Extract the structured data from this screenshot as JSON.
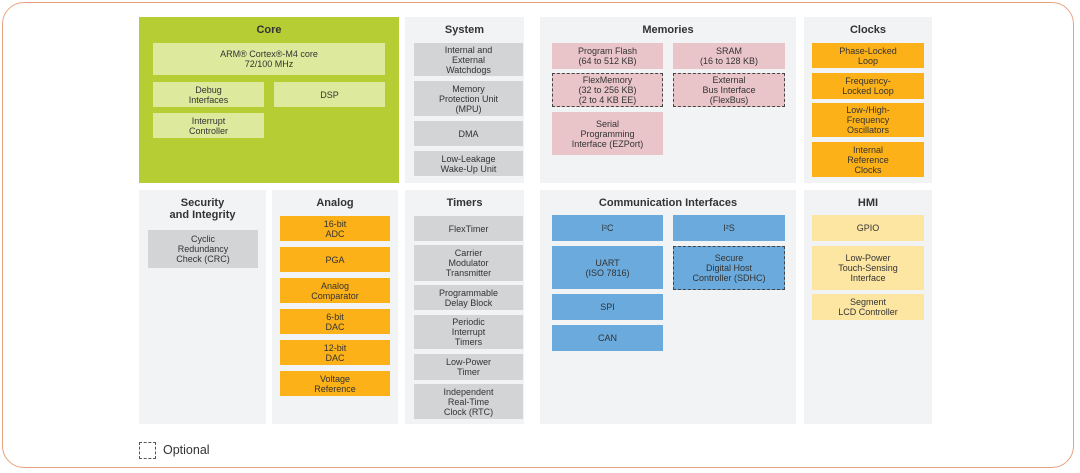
{
  "colors": {
    "core_panel": "#b6cd33",
    "core_block": "#dde99c",
    "gray_block": "#d3d4d5",
    "pink_block": "#e9c5ca",
    "orange_block": "#fbb117",
    "blue_block": "#6aaadc",
    "yellow_block": "#fde6a2",
    "panel_bg": "#f2f3f4",
    "frame_border": "#e9a27f"
  },
  "sections": [
    {
      "id": "core",
      "title": "Core",
      "items": [
        {
          "label": "ARM® Cortex®-M4 core\n72/100 MHz"
        },
        {
          "label": "Debug\nInterfaces"
        },
        {
          "label": "DSP"
        },
        {
          "label": "Interrupt\nController"
        }
      ]
    },
    {
      "id": "system",
      "title": "System",
      "items": [
        {
          "label": "Internal and\nExternal\nWatchdogs"
        },
        {
          "label": "Memory\nProtection Unit\n(MPU)"
        },
        {
          "label": "DMA"
        },
        {
          "label": "Low-Leakage\nWake-Up Unit"
        }
      ]
    },
    {
      "id": "memories",
      "title": "Memories",
      "items": [
        {
          "label": "Program Flash\n(64 to 512 KB)"
        },
        {
          "label": "SRAM\n(16 to 128 KB)"
        },
        {
          "label": "FlexMemory\n(32 to 256 KB)\n(2 to 4 KB EE)",
          "optional": true
        },
        {
          "label": "External\nBus Interface\n(FlexBus)",
          "optional": true
        },
        {
          "label": "Serial\nProgramming\nInterface (EZPort)"
        }
      ]
    },
    {
      "id": "clocks",
      "title": "Clocks",
      "items": [
        {
          "label": "Phase-Locked\nLoop"
        },
        {
          "label": "Frequency-\nLocked Loop"
        },
        {
          "label": "Low-/High-\nFrequency\nOscillators"
        },
        {
          "label": "Internal\nReference\nClocks"
        }
      ]
    },
    {
      "id": "security",
      "title": "Security\nand Integrity",
      "items": [
        {
          "label": "Cyclic\nRedundancy\nCheck (CRC)"
        }
      ]
    },
    {
      "id": "analog",
      "title": "Analog",
      "items": [
        {
          "label": "16-bit\nADC"
        },
        {
          "label": "PGA"
        },
        {
          "label": "Analog\nComparator"
        },
        {
          "label": "6-bit\nDAC"
        },
        {
          "label": "12-bit\nDAC"
        },
        {
          "label": "Voltage\nReference"
        }
      ]
    },
    {
      "id": "timers",
      "title": "Timers",
      "items": [
        {
          "label": "FlexTimer"
        },
        {
          "label": "Carrier\nModulator\nTransmitter"
        },
        {
          "label": "Programmable\nDelay Block"
        },
        {
          "label": "Periodic\nInterrupt\nTimers"
        },
        {
          "label": "Low-Power\nTimer"
        },
        {
          "label": "Independent\nReal-Time\nClock (RTC)"
        }
      ]
    },
    {
      "id": "comm",
      "title": "Communication Interfaces",
      "items": [
        {
          "label": "I²C"
        },
        {
          "label": "I²S"
        },
        {
          "label": "UART\n(ISO 7816)"
        },
        {
          "label": "Secure\nDigital Host\nController (SDHC)",
          "optional": true
        },
        {
          "label": "SPI"
        },
        {
          "label": "CAN"
        }
      ]
    },
    {
      "id": "hmi",
      "title": "HMI",
      "items": [
        {
          "label": "GPIO"
        },
        {
          "label": "Low-Power\nTouch-Sensing\nInterface"
        },
        {
          "label": "Segment\nLCD Controller"
        }
      ]
    }
  ],
  "legend": {
    "optional_label": "Optional"
  }
}
